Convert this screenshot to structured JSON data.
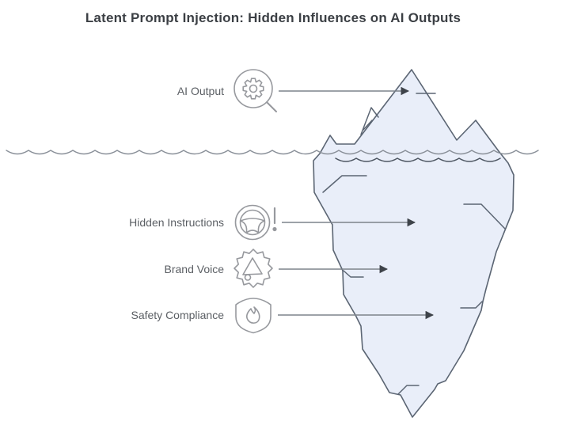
{
  "title": "Latent Prompt Injection: Hidden Influences on AI Outputs",
  "diagram_type": "iceberg-metaphor",
  "labels": [
    {
      "text": "AI Output",
      "icon": "magnifier-gear-icon",
      "zone": "above-water"
    },
    {
      "text": "Hidden Instructions",
      "icon": "steering-wheel-alert-icon",
      "zone": "below-water"
    },
    {
      "text": "Brand Voice",
      "icon": "megaphone-seal-icon",
      "zone": "below-water"
    },
    {
      "text": "Safety Compliance",
      "icon": "shield-flame-icon",
      "zone": "below-water"
    }
  ],
  "colors": {
    "background": "#ffffff",
    "title_text": "#3b3f44",
    "label_text": "#5b5f64",
    "iceberg_fill": "#e9eef9",
    "iceberg_stroke": "#5b6573",
    "waterline": "#8a9099",
    "waterline_over_iceberg": "#4e5763",
    "arrow_line": "#7d838b",
    "arrow_head": "#3e434a",
    "icon_stroke": "#97999e"
  }
}
